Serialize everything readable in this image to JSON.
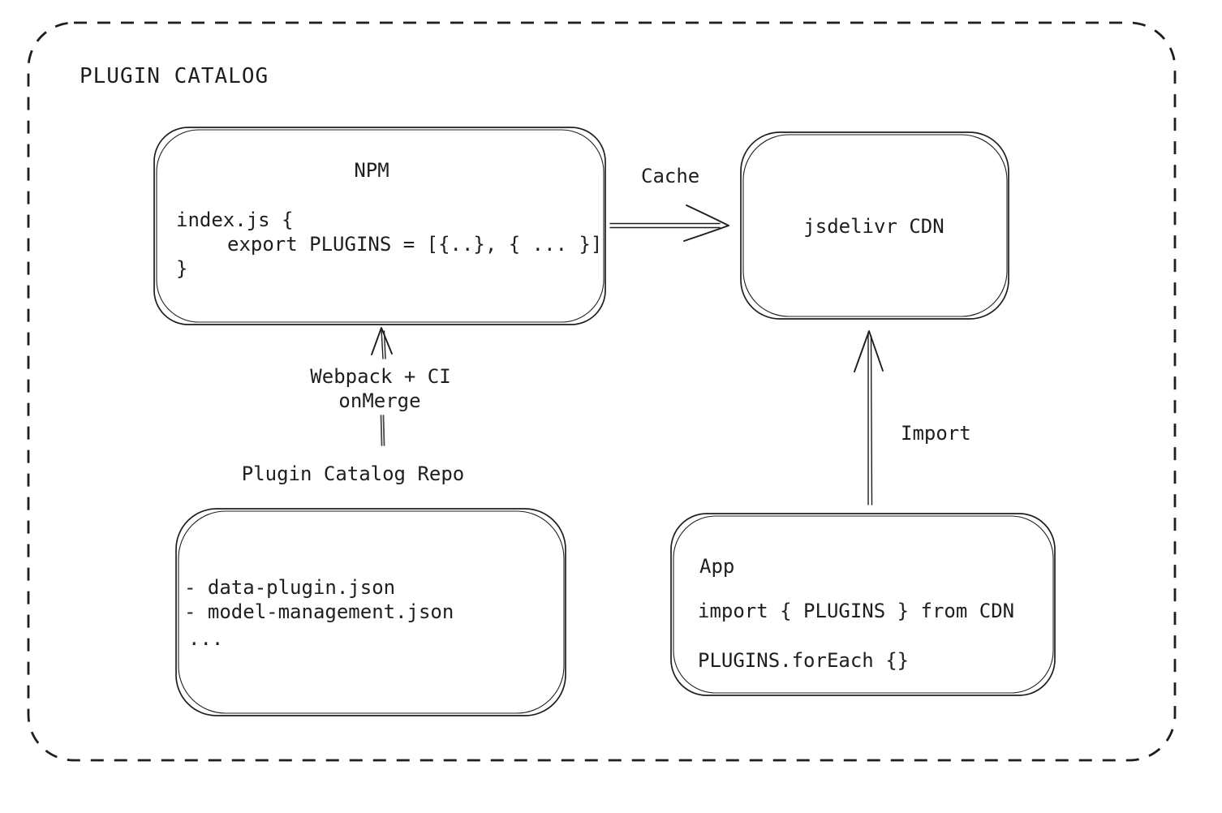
{
  "canvas": {
    "title": "PLUGIN CATALOG",
    "stroke_color": "#1e1e1e",
    "background_color": "#ffffff"
  },
  "nodes": {
    "npm": {
      "title": "NPM",
      "code": [
        "index.js {",
        "export PLUGINS = [{..}, { ... }]",
        "}"
      ]
    },
    "cdn": {
      "label": "jsdelivr CDN"
    },
    "repo": {
      "label": "Plugin Catalog Repo",
      "files": [
        "- data-plugin.json",
        "- model-management.json",
        "..."
      ]
    },
    "app": {
      "title": "App",
      "code": [
        "import { PLUGINS } from CDN",
        "PLUGINS.forEach {}"
      ]
    }
  },
  "edges": {
    "cache": {
      "label": "Cache"
    },
    "build": {
      "label_line1": "Webpack + CI",
      "label_line2": "onMerge"
    },
    "import": {
      "label": "Import"
    }
  }
}
